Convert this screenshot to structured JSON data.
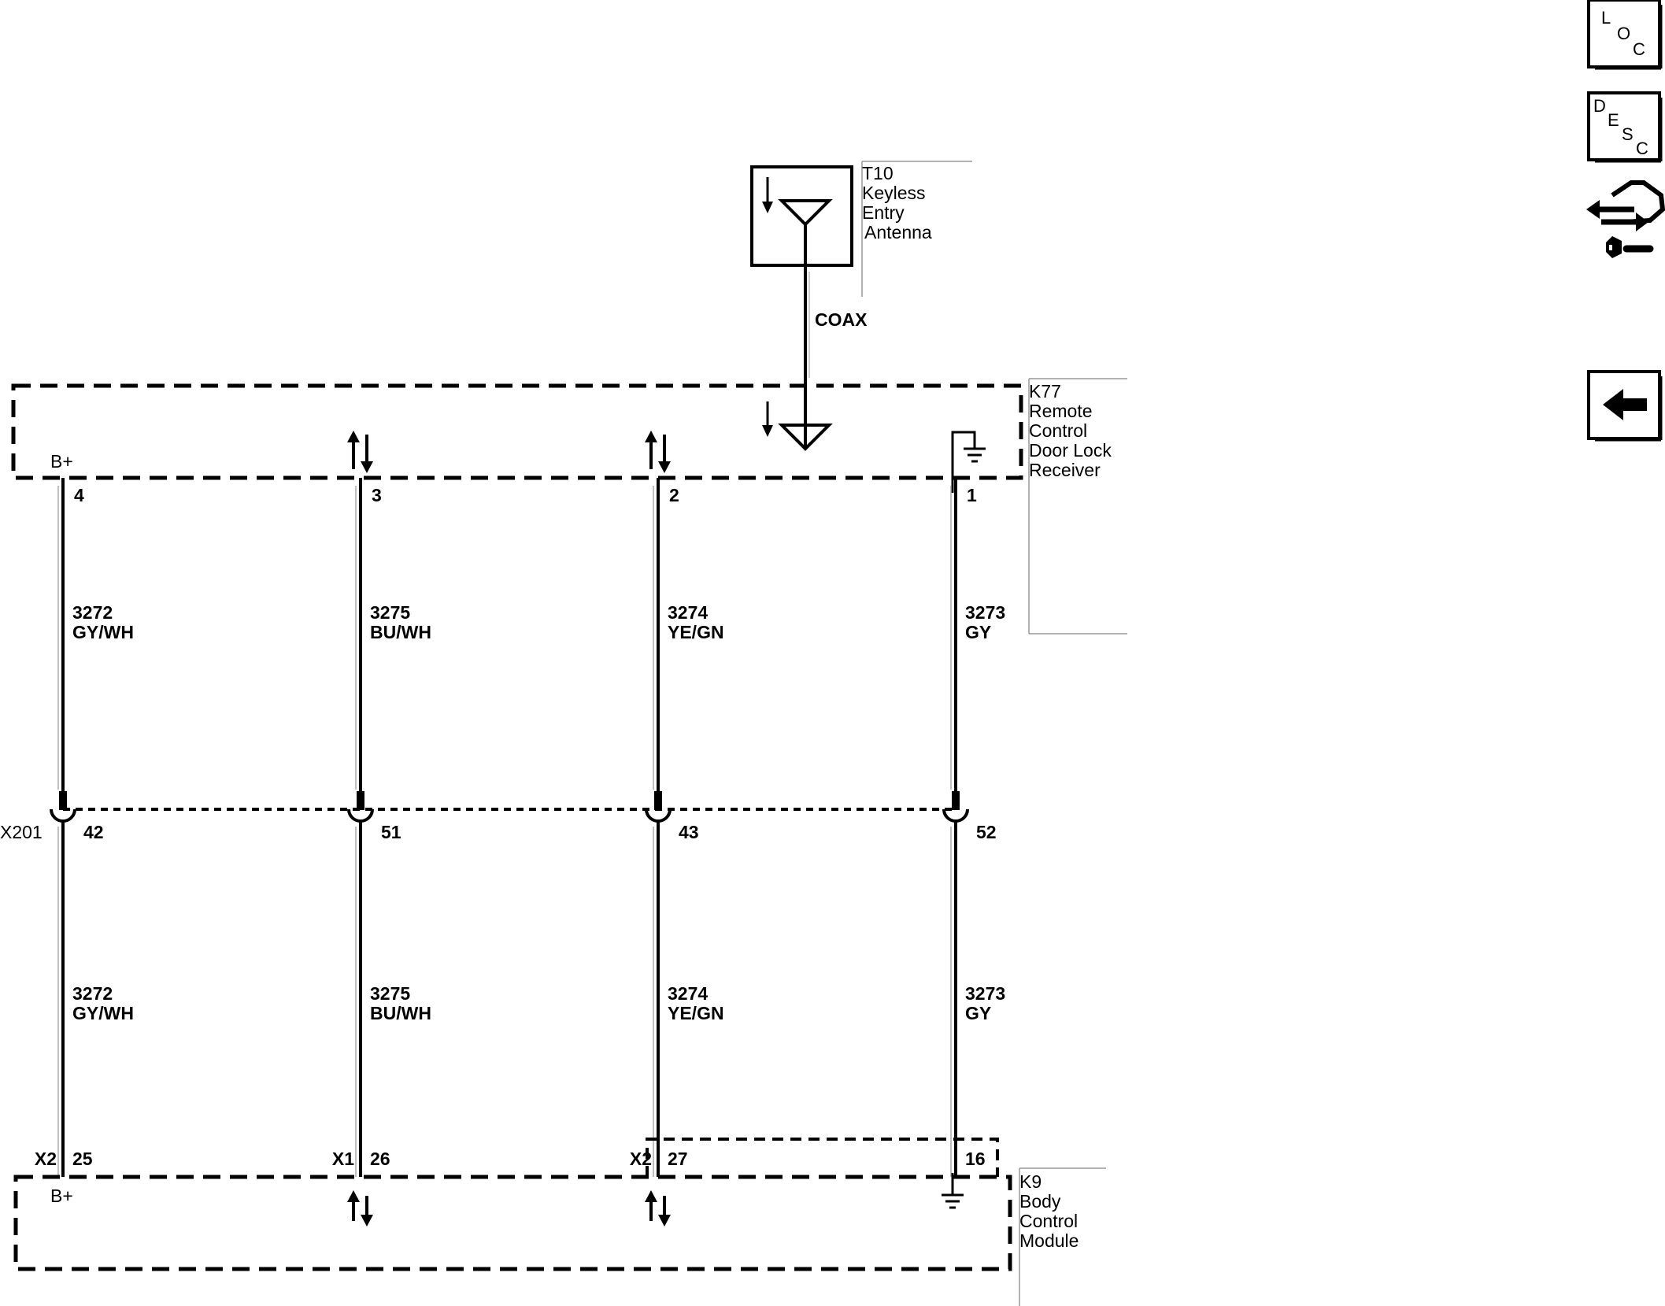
{
  "antenna": {
    "ref": "T10",
    "name_lines": [
      "Keyless",
      "Entry",
      "Antenna"
    ],
    "cable": "COAX"
  },
  "receiver": {
    "ref": "K77",
    "name_lines": [
      "Remote",
      "Control",
      "Door Lock",
      "Receiver"
    ],
    "power_label": "B+"
  },
  "inline_connector": {
    "ref": "X201"
  },
  "bcm": {
    "ref": "K9",
    "name_lines": [
      "Body",
      "Control",
      "Module"
    ],
    "power_label": "B+"
  },
  "circuits": [
    {
      "receiver_pin": "4",
      "x201_pin": "42",
      "bcm_connector": "X2",
      "bcm_pin": "25",
      "upper_circuit": "3272",
      "upper_color": "GY/WH",
      "lower_circuit": "3272",
      "lower_color": "GY/WH"
    },
    {
      "receiver_pin": "3",
      "x201_pin": "51",
      "bcm_connector": "X1",
      "bcm_pin": "26",
      "upper_circuit": "3275",
      "upper_color": "BU/WH",
      "lower_circuit": "3275",
      "lower_color": "BU/WH"
    },
    {
      "receiver_pin": "2",
      "x201_pin": "43",
      "bcm_connector": "X2",
      "bcm_pin": "27",
      "upper_circuit": "3274",
      "upper_color": "YE/GN",
      "lower_circuit": "3274",
      "lower_color": "YE/GN"
    },
    {
      "receiver_pin": "1",
      "x201_pin": "52",
      "bcm_connector": "",
      "bcm_pin": "16",
      "upper_circuit": "3273",
      "upper_color": "GY",
      "lower_circuit": "3273",
      "lower_color": "GY"
    }
  ],
  "side_buttons": {
    "loc": [
      "L",
      "O",
      "C"
    ],
    "desc": [
      "D",
      "E",
      "S",
      "C"
    ],
    "connector_icon": "connector-end-view-icon",
    "back_icon": "back-arrow-icon"
  }
}
